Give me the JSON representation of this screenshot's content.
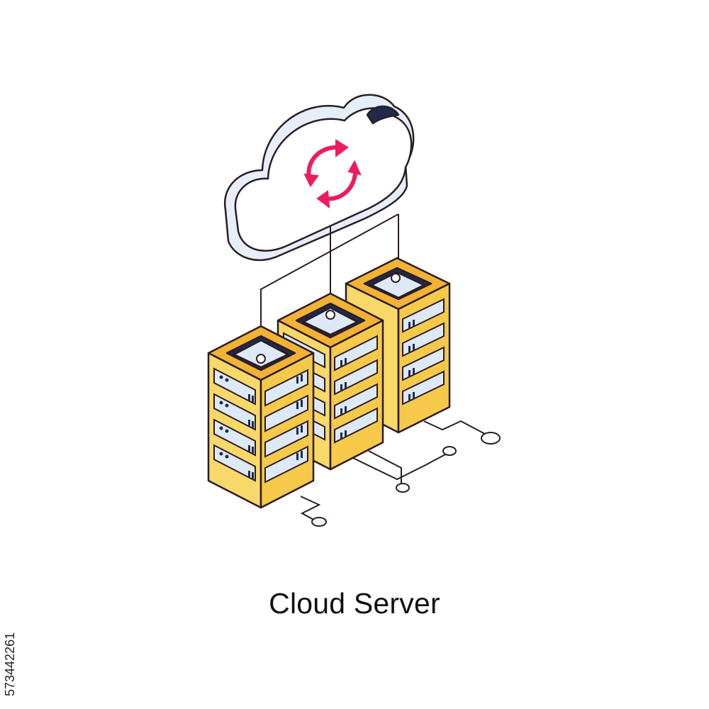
{
  "caption": "Cloud Server",
  "stock_id": "573442261",
  "colors": {
    "outline": "#2b1d24",
    "cloud_fill": "#ffffff",
    "cloud_shade": "#e6eefa",
    "cloud_dark": "#1f2a4d",
    "sync_arrows": "#ee1c5c",
    "server_front": "#f6c94a",
    "server_front_light": "#f9d86a",
    "server_side": "#f3b43a",
    "server_top": "#f2b233",
    "slot_fill": "#dde9f7",
    "port_fill": "#1f2a4d",
    "wire": "#2b1d24"
  },
  "icons": {
    "cloud": "cloud-icon",
    "sync": "sync-arrows-icon",
    "server_rack": "server-rack-icon",
    "network_node": "network-node-icon"
  },
  "servers": [
    {
      "name": "server-rack-front"
    },
    {
      "name": "server-rack-middle"
    },
    {
      "name": "server-rack-back"
    }
  ]
}
